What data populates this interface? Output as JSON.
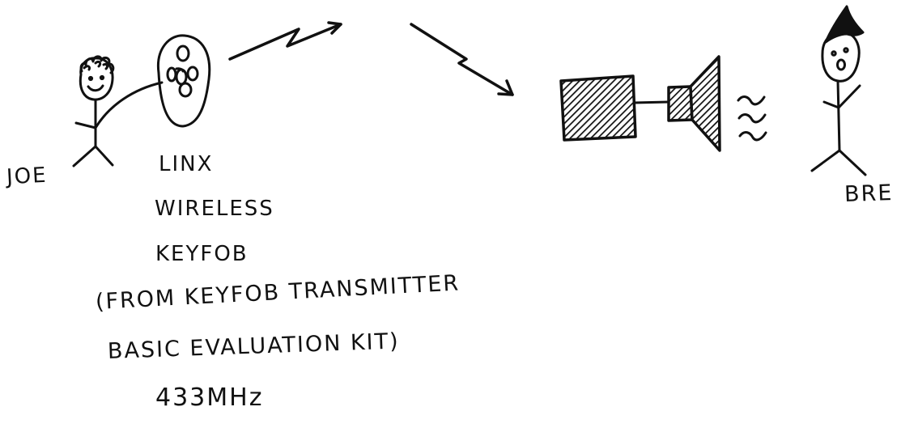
{
  "labels": {
    "person_left": "JOE",
    "person_right": "BRE",
    "device_line1": "LINX",
    "device_line2": "WIRELESS",
    "device_line3": "KEYFOB",
    "source_line1": "(FROM KEYFOB TRANSMITTER",
    "source_line2": "BASIC EVALUATION KIT)",
    "frequency": "433MHz"
  },
  "icons": [
    "stick-figure-joe",
    "keyfob-remote",
    "lightning-signal-out",
    "lightning-signal-in",
    "receiver-box",
    "speaker",
    "sound-waves",
    "stick-figure-bre"
  ],
  "colors": {
    "ink": "#111111",
    "background": "#ffffff"
  }
}
